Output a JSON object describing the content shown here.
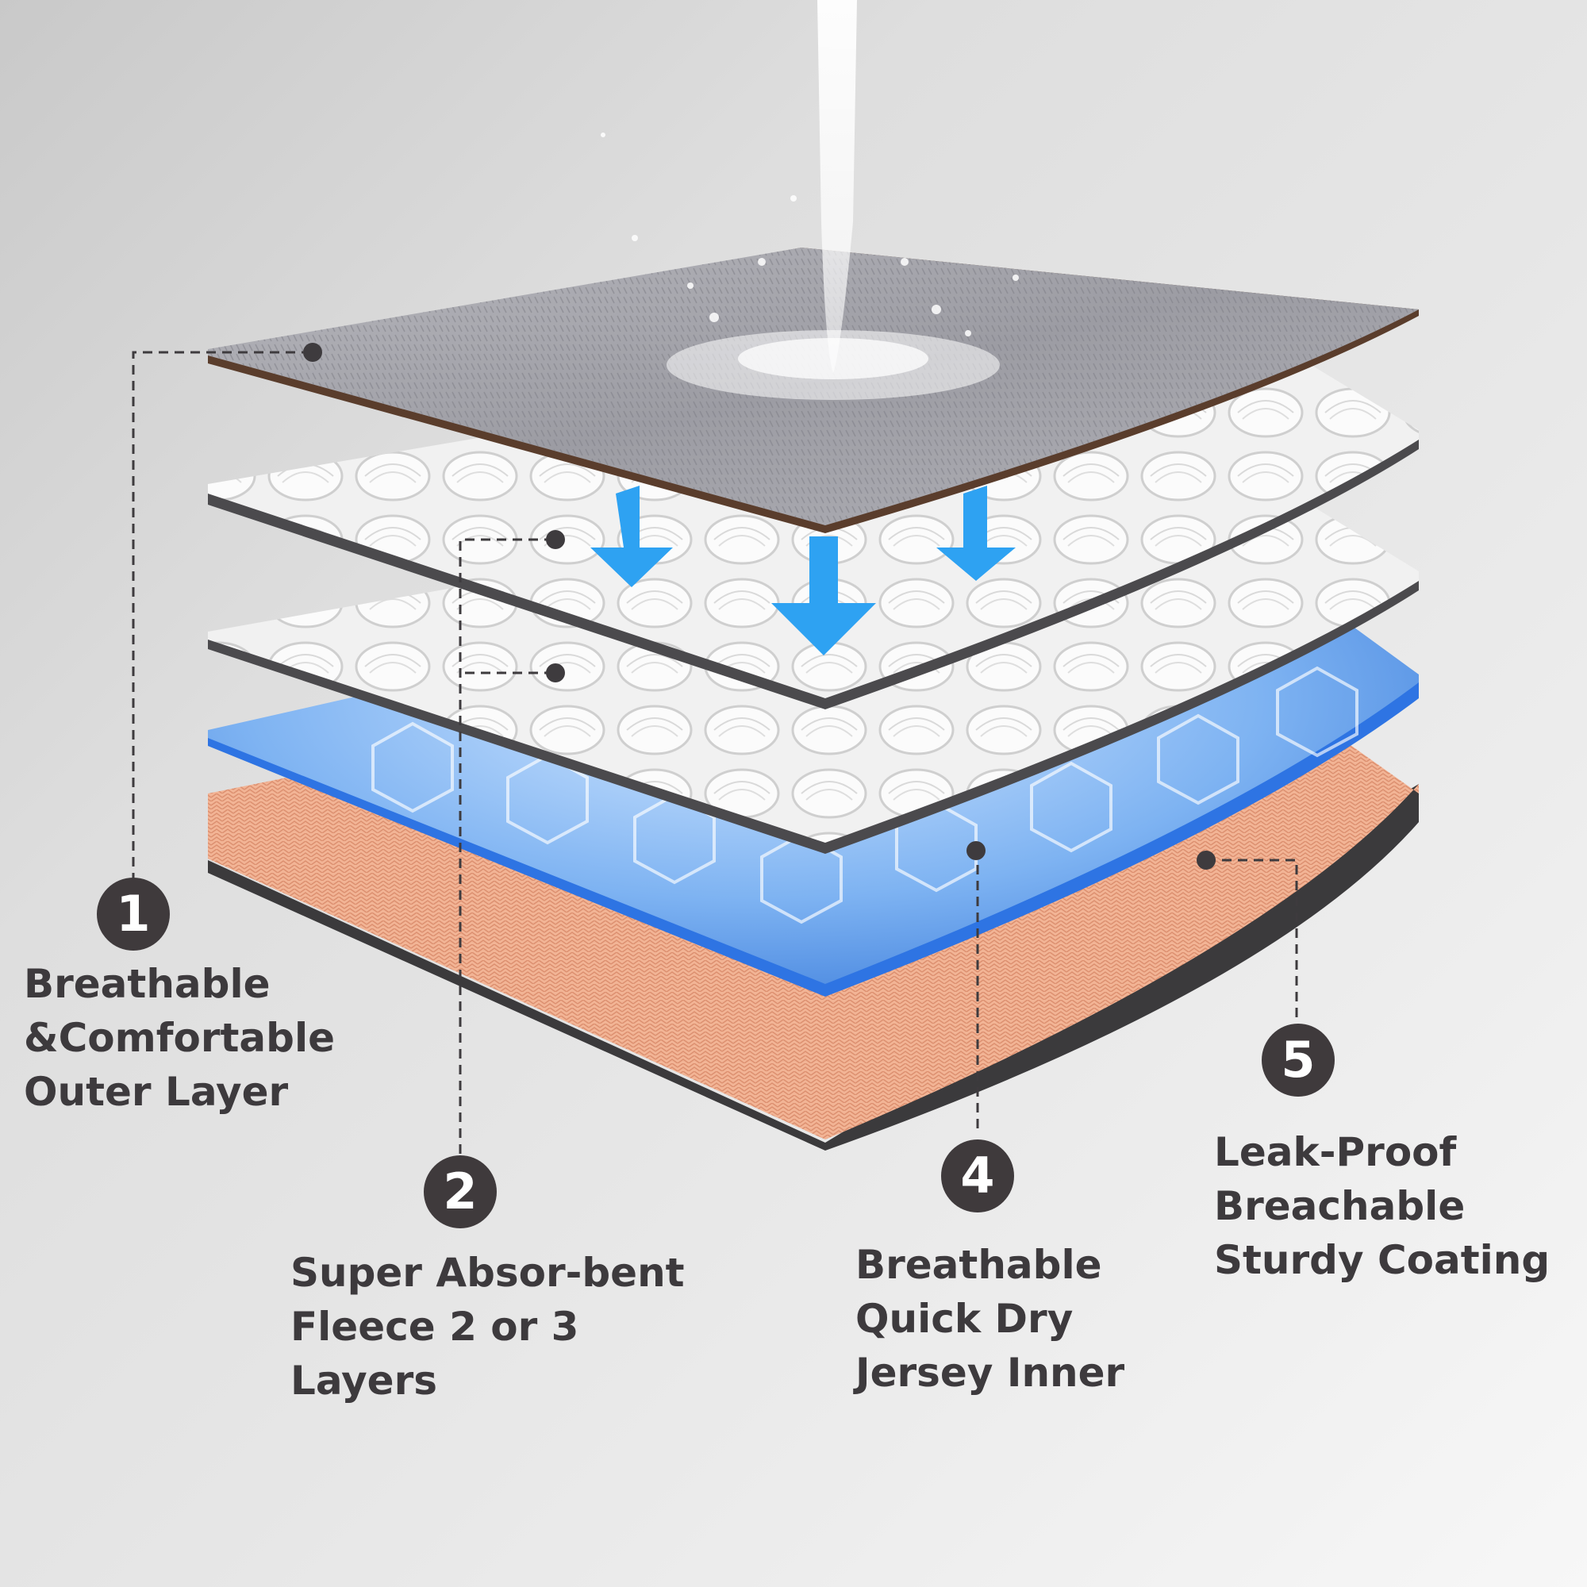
{
  "layers": [
    {
      "number": "1",
      "lines": [
        "Breathable",
        "&Comfortable",
        "Outer Layer"
      ]
    },
    {
      "number": "2",
      "lines": [
        "Super Absor-bent",
        "Fleece 2 or 3",
        "Layers"
      ]
    },
    {
      "number": "4",
      "lines": [
        "Breathable",
        "Quick Dry",
        "Jersey Inner"
      ]
    },
    {
      "number": "5",
      "lines": [
        "Leak-Proof",
        "Breachable",
        "Sturdy Coating"
      ]
    }
  ],
  "colors": {
    "badge": "#3f3a3c",
    "text": "#3d3a3d",
    "arrow": "#2ea2f2",
    "coating": "#f2b496",
    "fleece": "#f3f3f3",
    "outer": "#a8a8ae",
    "jersey": "#6ea6ec"
  },
  "icons": [
    "water-stream-icon",
    "down-arrow-icon"
  ]
}
